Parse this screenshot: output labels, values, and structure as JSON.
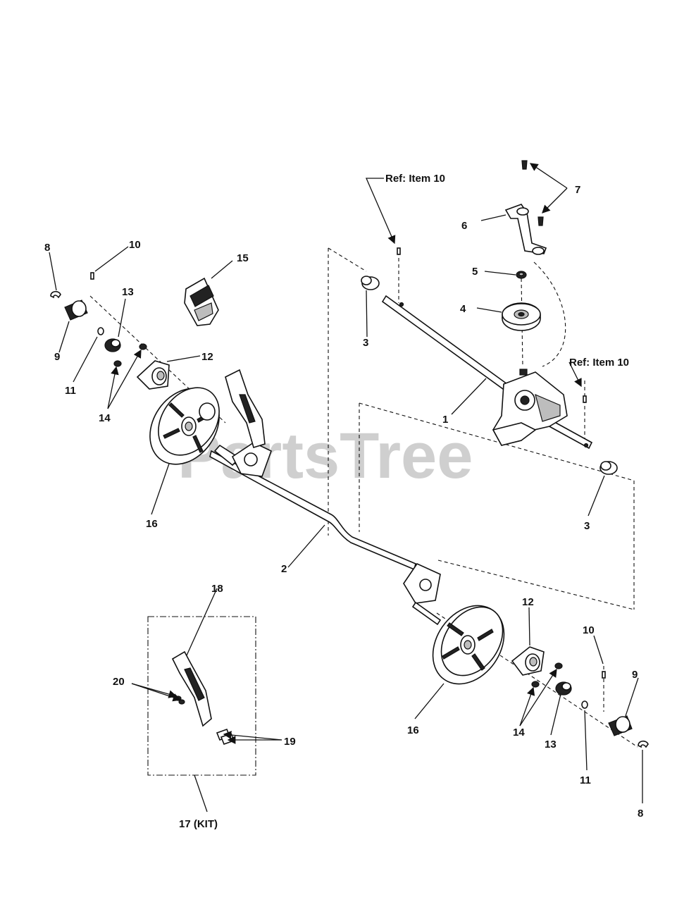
{
  "watermark": "PartsTree",
  "callouts": {
    "ref_item_10_top": "Ref: Item 10",
    "ref_item_10_right": "Ref: Item 10",
    "label_1": "1",
    "label_2": "2",
    "label_3_left": "3",
    "label_3_right": "3",
    "label_4": "4",
    "label_5": "5",
    "label_6": "6",
    "label_7": "7",
    "label_8_left": "8",
    "label_8_right": "8",
    "label_9_left": "9",
    "label_9_right": "9",
    "label_10_left": "10",
    "label_10_right": "10",
    "label_11_left": "11",
    "label_11_right": "11",
    "label_12_left": "12",
    "label_12_right": "12",
    "label_13_left": "13",
    "label_13_right": "13",
    "label_14_left": "14",
    "label_14_right": "14",
    "label_15": "15",
    "label_16_left": "16",
    "label_16_right": "16",
    "label_17": "17 (KIT)",
    "label_18": "18",
    "label_19": "19",
    "label_20": "20"
  }
}
